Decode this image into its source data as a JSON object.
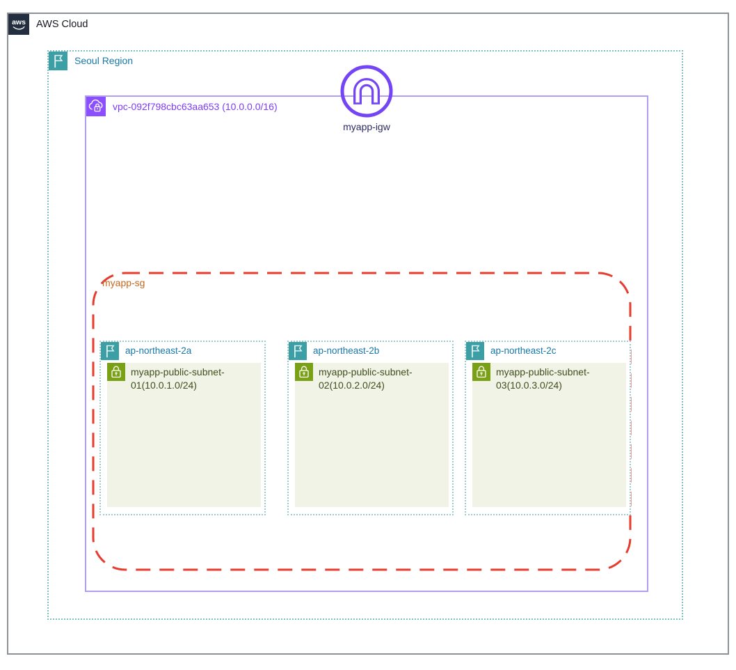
{
  "aws_cloud": {
    "label": "AWS Cloud",
    "logo_text": "aws"
  },
  "region": {
    "label": "Seoul Region"
  },
  "vpc": {
    "label": "vpc-092f798cbc63aa653 (10.0.0.0/16)"
  },
  "internet_gateway": {
    "label": "myapp-igw"
  },
  "security_group": {
    "label": "myapp-sg"
  },
  "availability_zones": [
    {
      "label": "ap-northeast-2a",
      "subnet_label_line1": "myapp-public-subnet-",
      "subnet_label_line2": "01(10.0.1.0/24)"
    },
    {
      "label": "ap-northeast-2b",
      "subnet_label_line1": "myapp-public-subnet-",
      "subnet_label_line2": "02(10.0.2.0/24)"
    },
    {
      "label": "ap-northeast-2c",
      "subnet_label_line1": "myapp-public-subnet-",
      "subnet_label_line2": "03(10.0.3.0/24)"
    }
  ],
  "colors": {
    "cloud_border": "#8b9197",
    "aws_navy": "#232f3e",
    "region_border": "#7fbfc4",
    "az_border": "#9ccbcd",
    "teal_icon": "#3d9fa6",
    "label_blue": "#1878a8",
    "vpc_border": "#b19df2",
    "vpc_icon_purple": "#8c4fff",
    "vpc_label_purple": "#7e3bf5",
    "igw_purple": "#7445f4",
    "sg_border_red": "#e53c2e",
    "sg_label_orange": "#c4681f",
    "subnet_fill": "#f1f3e6",
    "subnet_icon_green": "#7aa116",
    "subnet_text_green": "#3f4e1b"
  }
}
